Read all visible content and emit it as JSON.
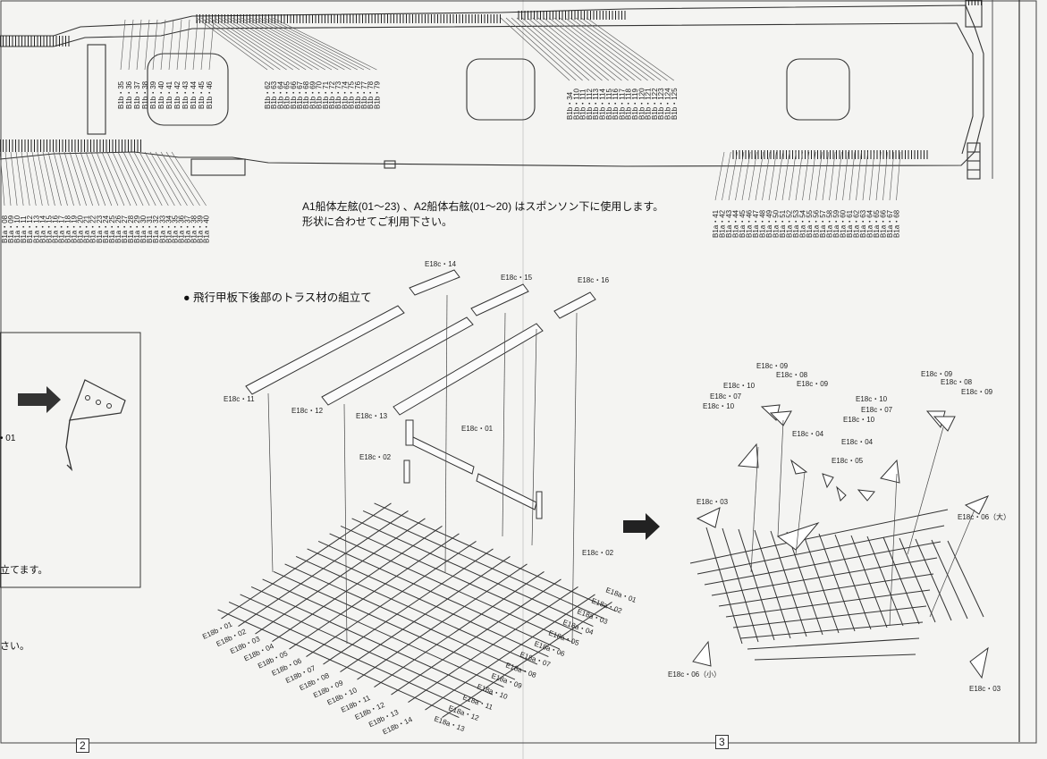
{
  "note": {
    "line1": "A1船体左舷(01～23) 、A2船体右舷(01～20) はスポンソン下に使用します。",
    "line2": "形状に合わせてご利用下さい。"
  },
  "heading_truss": "● 飛行甲板下後部のトラス材の組立て",
  "left_fragments": {
    "f1": "• 01",
    "f2": "立てます。",
    "f3": "さい。"
  },
  "page_numbers": {
    "left": "2",
    "right": "3"
  },
  "labels": {
    "b1b_group1": [
      "B1b・35",
      "B1b・36",
      "B1b・37",
      "B1b・38",
      "B1b・39",
      "B1b・40",
      "B1b・41",
      "B1b・42",
      "B1b・43",
      "B1b・44",
      "B1b・45",
      "B1b・46"
    ],
    "b1b_group2": [
      "B1b・62",
      "B1b・63",
      "B1b・64",
      "B1b・65",
      "B1b・66",
      "B1b・67",
      "B1b・68",
      "B1b・69",
      "B1b・70",
      "B1b・71",
      "B1b・72",
      "B1b・73",
      "B1b・74",
      "B1b・75",
      "B1b・76",
      "B1b・77",
      "B1b・78",
      "B1b・79"
    ],
    "b1b_group3": [
      "B1b・34",
      "B1b・110",
      "B1b・111",
      "B1b・112",
      "B1b・113",
      "B1b・114",
      "B1b・115",
      "B1b・116",
      "B1b・117",
      "B1b・118",
      "B1b・119",
      "B1b・120",
      "B1b・121",
      "B1b・122",
      "B1b・123",
      "B1b・124",
      "B1b・125"
    ],
    "b1a_group1": [
      "B1a・08",
      "B1a・09",
      "B1a・10",
      "B1a・11",
      "B1a・12",
      "B1a・13",
      "B1a・14",
      "B1a・15",
      "B1a・16",
      "B1a・17",
      "B1a・18",
      "B1a・19",
      "B1a・20",
      "B1a・21",
      "B1a・22",
      "B1a・23",
      "B1a・24",
      "B1a・25",
      "B1a・26",
      "B1a・27",
      "B1a・28",
      "B1a・29",
      "B1a・30",
      "B1a・31",
      "B1a・32",
      "B1a・33",
      "B1a・34",
      "B1a・35",
      "B1a・36",
      "B1a・37",
      "B1a・38",
      "B1a・39",
      "B1a・40"
    ],
    "b1a_group2": [
      "B1a・41",
      "B1a・42",
      "B1a・43",
      "B1a・44",
      "B1a・45",
      "B1a・46",
      "B1a・47",
      "B1a・48",
      "B1a・49",
      "B1a・50",
      "B1a・51",
      "B1a・52",
      "B1a・53",
      "B1a・54",
      "B1a・55",
      "B1a・56",
      "B1a・57",
      "B1a・58",
      "B1a・59",
      "B1a・60",
      "B1a・61",
      "B1a・62",
      "B1a・63",
      "B1a・64",
      "B1a・65",
      "B1a・66",
      "B1a・67",
      "B1a・68"
    ],
    "e18b": [
      "E18b・01",
      "E18b・02",
      "E18b・03",
      "E18b・04",
      "E18b・05",
      "E18b・06",
      "E18b・07",
      "E18b・08",
      "E18b・09",
      "E18b・10",
      "E18b・11",
      "E18b・12",
      "E18b・13",
      "E18b・14"
    ],
    "e18a": [
      "E18a・01",
      "E18a・02",
      "E18a・03",
      "E18a・04",
      "E18a・05",
      "E18a・06",
      "E18a・07",
      "E18a・08",
      "E18a・09",
      "E18a・10",
      "E18a・11",
      "E18a・12",
      "E18a・13"
    ],
    "e18c_left": {
      "c11": "E18c・11",
      "c12": "E18c・12",
      "c13": "E18c・13",
      "c14": "E18c・14",
      "c15": "E18c・15",
      "c16": "E18c・16",
      "c01": "E18c・01",
      "c02a": "E18c・02",
      "c02b": "E18c・02"
    },
    "e18c_right": [
      "E18c・09",
      "E18c・08",
      "E18c・10",
      "E18c・09",
      "E18c・07",
      "E18c・10",
      "E18c・10",
      "E18c・07",
      "E18c・10",
      "E18c・09",
      "E18c・08",
      "E18c・09",
      "E18c・04",
      "E18c・04",
      "E18c・05",
      "E18c・03",
      "E18c・06（大）",
      "E18c・06（小）",
      "E18c・03"
    ]
  }
}
